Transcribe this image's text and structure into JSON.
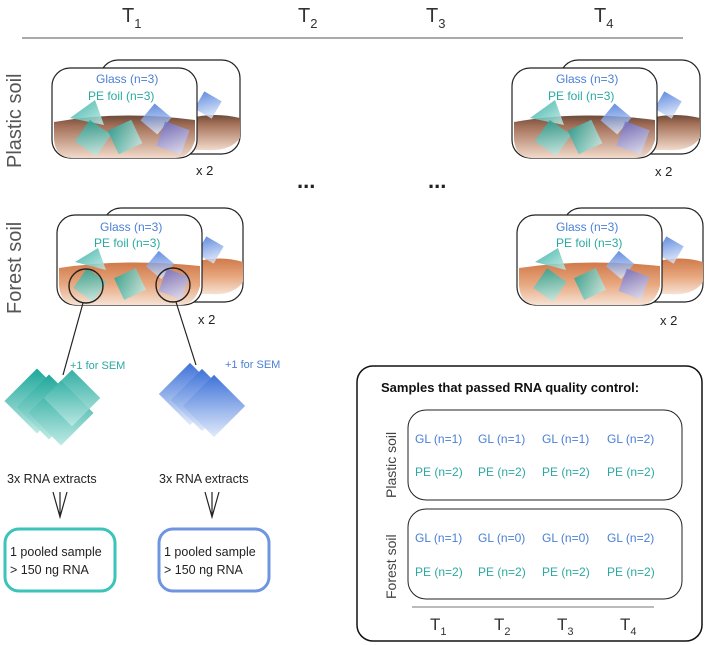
{
  "header": {
    "timepoints": [
      {
        "base": "T",
        "sub": "1"
      },
      {
        "base": "T",
        "sub": "2"
      },
      {
        "base": "T",
        "sub": "3"
      },
      {
        "base": "T",
        "sub": "4"
      }
    ]
  },
  "rows": {
    "plastic": "Plastic soil",
    "forest": "Forest soil"
  },
  "microcosm": {
    "glass_label": "Glass (n=3)",
    "pe_label": "PE foil (n=3)",
    "replicate_label": "x 2"
  },
  "ellipsis": "...",
  "processing": {
    "sem_label": "+1 for SEM",
    "extracts_label": "3x RNA extracts",
    "pooled_line1": "1 pooled sample",
    "pooled_line2": "> 150 ng RNA"
  },
  "qc": {
    "title": "Samples that passed RNA quality control:",
    "plastic_label": "Plastic soil",
    "forest_label": "Forest soil",
    "plastic": {
      "gl": [
        "GL (n=1)",
        "GL (n=1)",
        "GL (n=1)",
        "GL (n=2)"
      ],
      "pe": [
        "PE (n=2)",
        "PE (n=2)",
        "PE (n=2)",
        "PE (n=2)"
      ]
    },
    "forest": {
      "gl": [
        "GL (n=1)",
        "GL (n=0)",
        "GL (n=0)",
        "GL (n=2)"
      ],
      "pe": [
        "PE (n=2)",
        "PE (n=2)",
        "PE (n=2)",
        "PE (n=2)"
      ]
    },
    "timepoints": [
      {
        "base": "T",
        "sub": "1"
      },
      {
        "base": "T",
        "sub": "2"
      },
      {
        "base": "T",
        "sub": "3"
      },
      {
        "base": "T",
        "sub": "4"
      }
    ]
  },
  "colors": {
    "teal": "#2aa9a0",
    "blue": "#4a7fd6",
    "soil": "#c98a63",
    "outline": "#222222",
    "divider": "#777777"
  }
}
